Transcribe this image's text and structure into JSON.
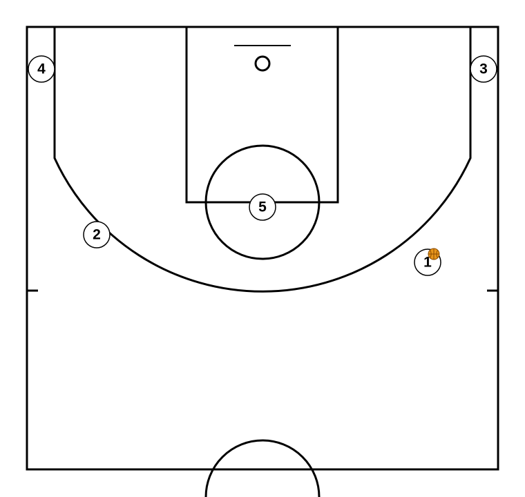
{
  "colors": {
    "court_line": "#000000",
    "background": "#ffffff",
    "ball": "#e8961c",
    "ball_seam": "#8a4b00",
    "player_fill": "#ffffff"
  },
  "players": [
    {
      "id": "1",
      "label": "1",
      "has_ball": true
    },
    {
      "id": "2",
      "label": "2",
      "has_ball": false
    },
    {
      "id": "3",
      "label": "3",
      "has_ball": false
    },
    {
      "id": "4",
      "label": "4",
      "has_ball": false
    },
    {
      "id": "5",
      "label": "5",
      "has_ball": false
    }
  ],
  "ball": {
    "icon": "basketball-icon",
    "holder": "1"
  }
}
